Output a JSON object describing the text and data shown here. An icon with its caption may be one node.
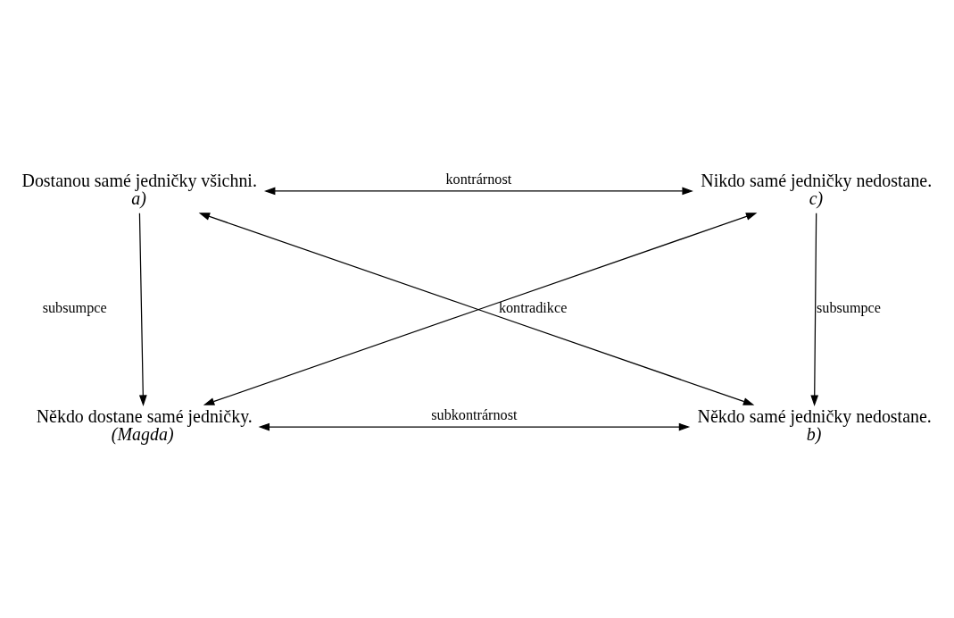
{
  "diagram": {
    "nodes": [
      {
        "text": [
          "Dostanou samé jedničky všichni.",
          "a)"
        ]
      },
      {
        "text": [
          "Nikdo samé jedničky nedostane.",
          "c)"
        ]
      },
      {
        "text": [
          "Někdo dostane samé jedničky.",
          "(Magda)"
        ]
      },
      {
        "text": [
          "Někdo samé jedničky nedostane.",
          "b)"
        ]
      }
    ],
    "edges": [
      {
        "from": 0,
        "to": 1,
        "arrow": "both",
        "label": "kontrárnost"
      },
      {
        "from": 0,
        "to": 2,
        "arrow": "to",
        "label": "subsumpce"
      },
      {
        "from": 1,
        "to": 3,
        "arrow": "to",
        "label": "subsumpce"
      },
      {
        "from": 0,
        "to": 3,
        "arrow": "both",
        "label": "kontradikce"
      },
      {
        "from": 1,
        "to": 2,
        "arrow": "both"
      },
      {
        "from": 2,
        "to": 3,
        "arrow": "both",
        "label": "subkontrárnost"
      }
    ]
  }
}
